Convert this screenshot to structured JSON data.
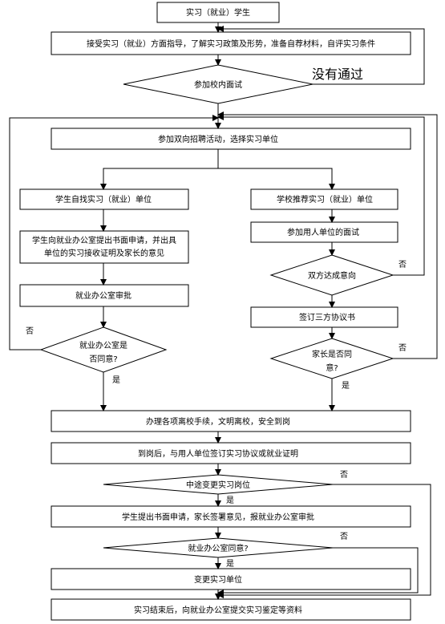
{
  "texts": {
    "start": "实习（就业）学生",
    "guidance": "接受实习（就业）方面指导，了解实习政策及形势，准备自荐材料，自评实习条件",
    "interview": "参加校内面试",
    "not_passed": "没有通过",
    "job_fair": "参加双向招聘活动，选择实习单位",
    "self_find": "学生自找实习（就业）单位",
    "school_rec": "学校推荐实习（就业）单位",
    "written_app_1": "学生向就业办公室提出书面申请，并出具",
    "written_app_2": "单位的实习接收证明及家长的意见",
    "employer_interview": "参加用人单位的面试",
    "office_approval": "就业办公室审批",
    "mutual_intent": "双方达成意向",
    "sign_tripartite": "签订三方协议书",
    "office_agree_1": "就业办公室是",
    "office_agree_2": "否同意?",
    "parent_agree_1": "家长是否同",
    "parent_agree_2": "意?",
    "procedures": "办理各项离校手续，文明离校，安全到岗",
    "arrival": "到岗后，与用人单位签订实习协议或就业证明",
    "midway_change": "中途变更实习岗位",
    "change_request": "学生提出书面申请，家长签署意见，报就业办公室审批",
    "office_agree_q": "就业办公室同意?",
    "change_unit": "变更实习单位",
    "end": "实习结束后，向就业办公室提交实习鉴定等资料",
    "yes": "是",
    "no": "否"
  }
}
